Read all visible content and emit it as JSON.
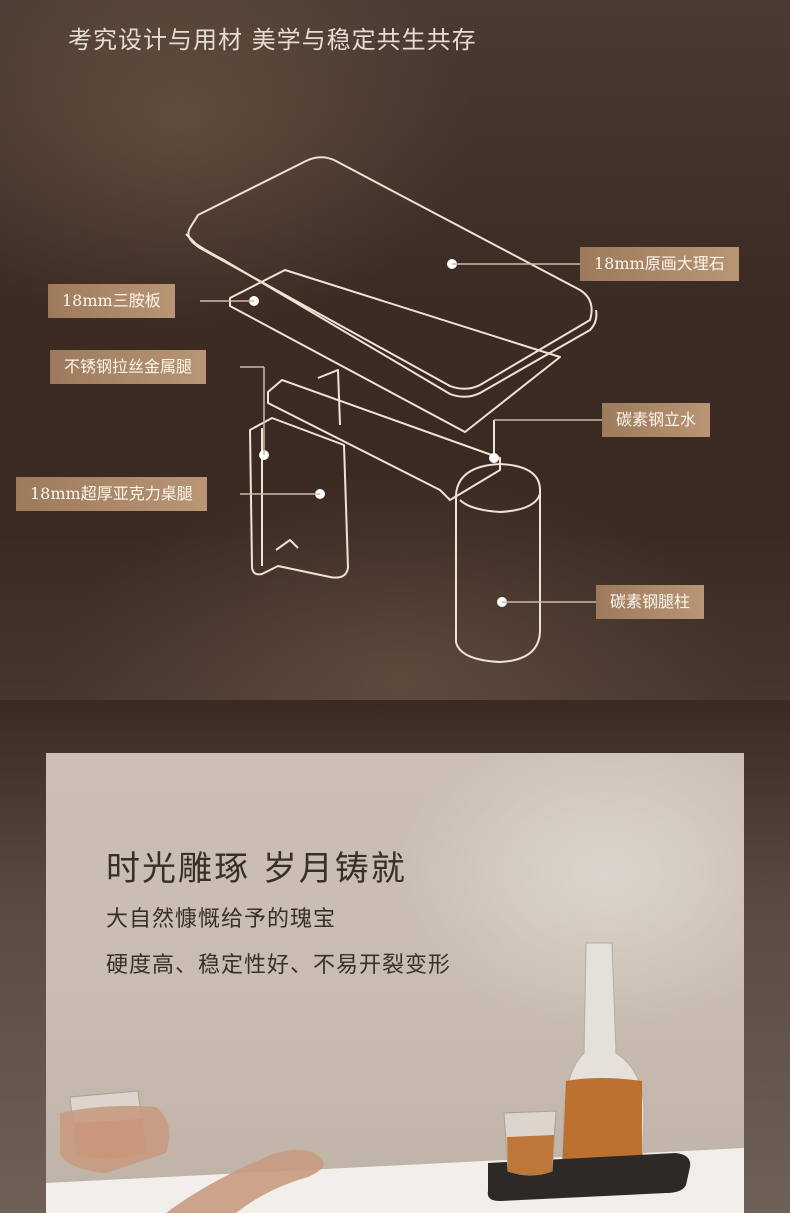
{
  "header": {
    "title": "考究设计与用材 美学与稳定共生共存"
  },
  "diagram": {
    "labels": {
      "marble": "18mm原画大理石",
      "board": "18mm三胺板",
      "metal_leg": "不锈钢拉丝金属腿",
      "stand": "碳素钢立水",
      "acrylic_leg": "18mm超厚亚克力桌腿",
      "pillar": "碳素钢腿柱"
    }
  },
  "photo": {
    "title": "时光雕琢 岁月铸就",
    "line1": "大自然慷慨给予的瑰宝",
    "line2": "硬度高、稳定性好、不易开裂变形"
  },
  "colors": {
    "label_bg": "#a9876a",
    "label_text": "#fbf5ec",
    "line_art": "#efe3d3"
  }
}
